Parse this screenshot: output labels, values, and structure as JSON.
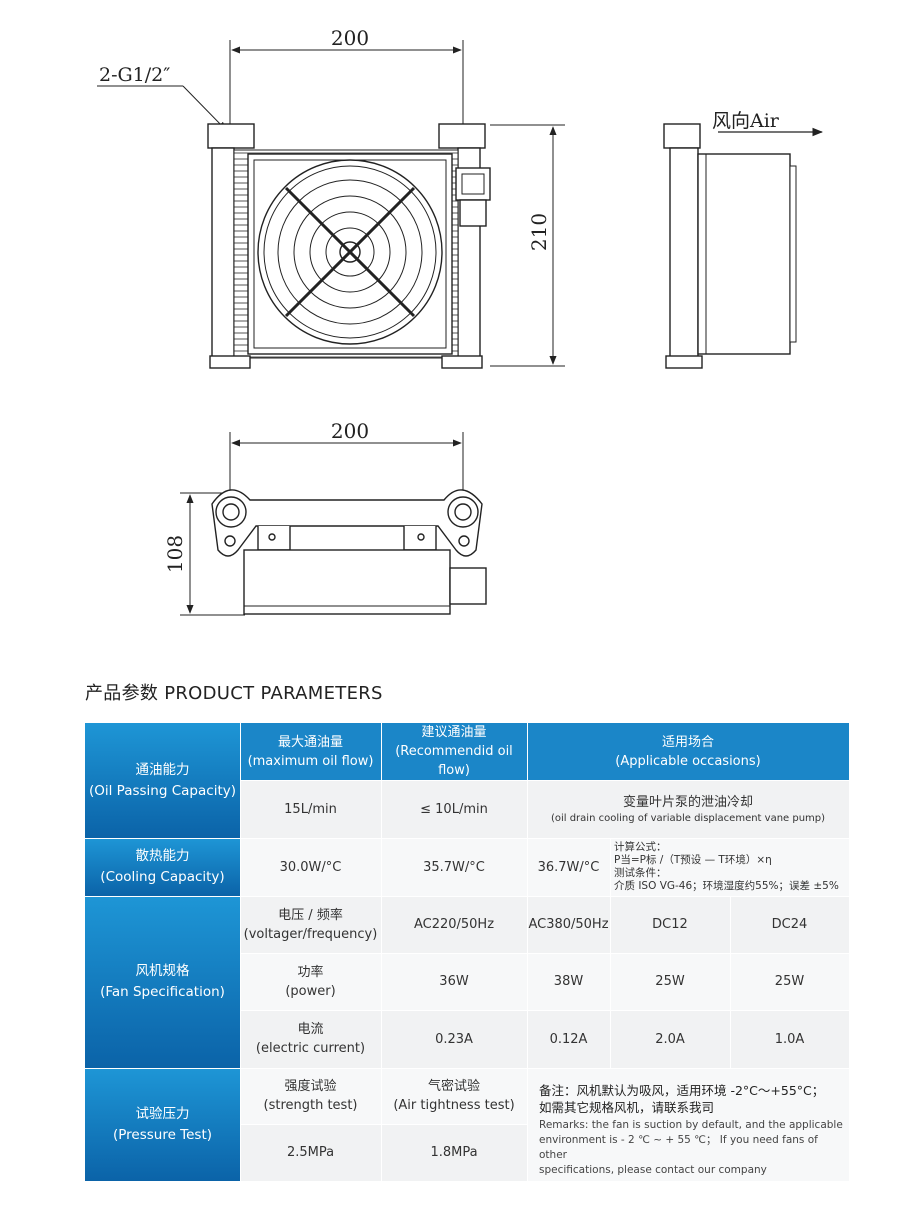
{
  "drawing": {
    "front_width_dim": "200",
    "port_label": "2-G1/2″",
    "height_dim": "210",
    "airflow_label": "风向Air",
    "top_width_dim": "200",
    "depth_dim": "108"
  },
  "section_title": "产品参数 PRODUCT PARAMETERS",
  "table": {
    "oil_passing": {
      "label_cn": "通油能力",
      "label_en": "(Oil Passing Capacity)",
      "h1_cn": "最大通油量",
      "h1_en": "(maximum oil flow)",
      "h2_cn": "建议通油量",
      "h2_en": "(Recommendid oil flow)",
      "h3_cn": "适用场合",
      "h3_en": "(Applicable occasions)",
      "max_flow": "15L/min",
      "rec_flow": "≤ 10L/min",
      "occasion_cn": "变量叶片泵的泄油冷却",
      "occasion_en": "(oil drain cooling of variable displacement vane pump)"
    },
    "cooling": {
      "label_cn": "散热能力",
      "label_en": "(Cooling Capacity)",
      "v1": "30.0W/°C",
      "v2": "35.7W/°C",
      "v3": "36.7W/°C",
      "formula_title": "计算公式：",
      "formula": "P当=P标 /（T预设 — T环境）×η",
      "test_title": "测试条件：",
      "test_cond": "介质 ISO VG-46；环境湿度约55%；误差 ±5%"
    },
    "fan": {
      "label_cn": "风机规格",
      "label_en": "(Fan Specification)",
      "voltage_cn": "电压 / 频率",
      "voltage_en": "(voltager/frequency)",
      "voltages": [
        "AC220/50Hz",
        "AC380/50Hz",
        "DC12",
        "DC24"
      ],
      "power_cn": "功率",
      "power_en": "(power)",
      "powers": [
        "36W",
        "38W",
        "25W",
        "25W"
      ],
      "current_cn": "电流",
      "current_en": "(electric current)",
      "currents": [
        "0.23A",
        "0.12A",
        "2.0A",
        "1.0A"
      ]
    },
    "pressure": {
      "label_cn": "试验压力",
      "label_en": "(Pressure Test)",
      "strength_cn": "强度试验",
      "strength_en": "(strength test)",
      "air_cn": "气密试验",
      "air_en": "(Air tightness test)",
      "strength_val": "2.5MPa",
      "air_val": "1.8MPa",
      "note_cn_1": "备注：风机默认为吸风，适用环境 -2°C～+55°C；",
      "note_cn_2": "如需其它规格风机，请联系我司",
      "note_en_1": "Remarks: the fan is suction by default, and the applicable",
      "note_en_2": "environment is - 2 ℃ ~ + 55 ℃； If you need fans of other",
      "note_en_3": "specifications, please contact our company"
    }
  },
  "colors": {
    "header_blue": "#1b86c8",
    "label_blue_top": "#1e96d6",
    "label_blue_bottom": "#0b63a8",
    "row_gray": "#f1f2f3",
    "line_color": "#222222"
  }
}
